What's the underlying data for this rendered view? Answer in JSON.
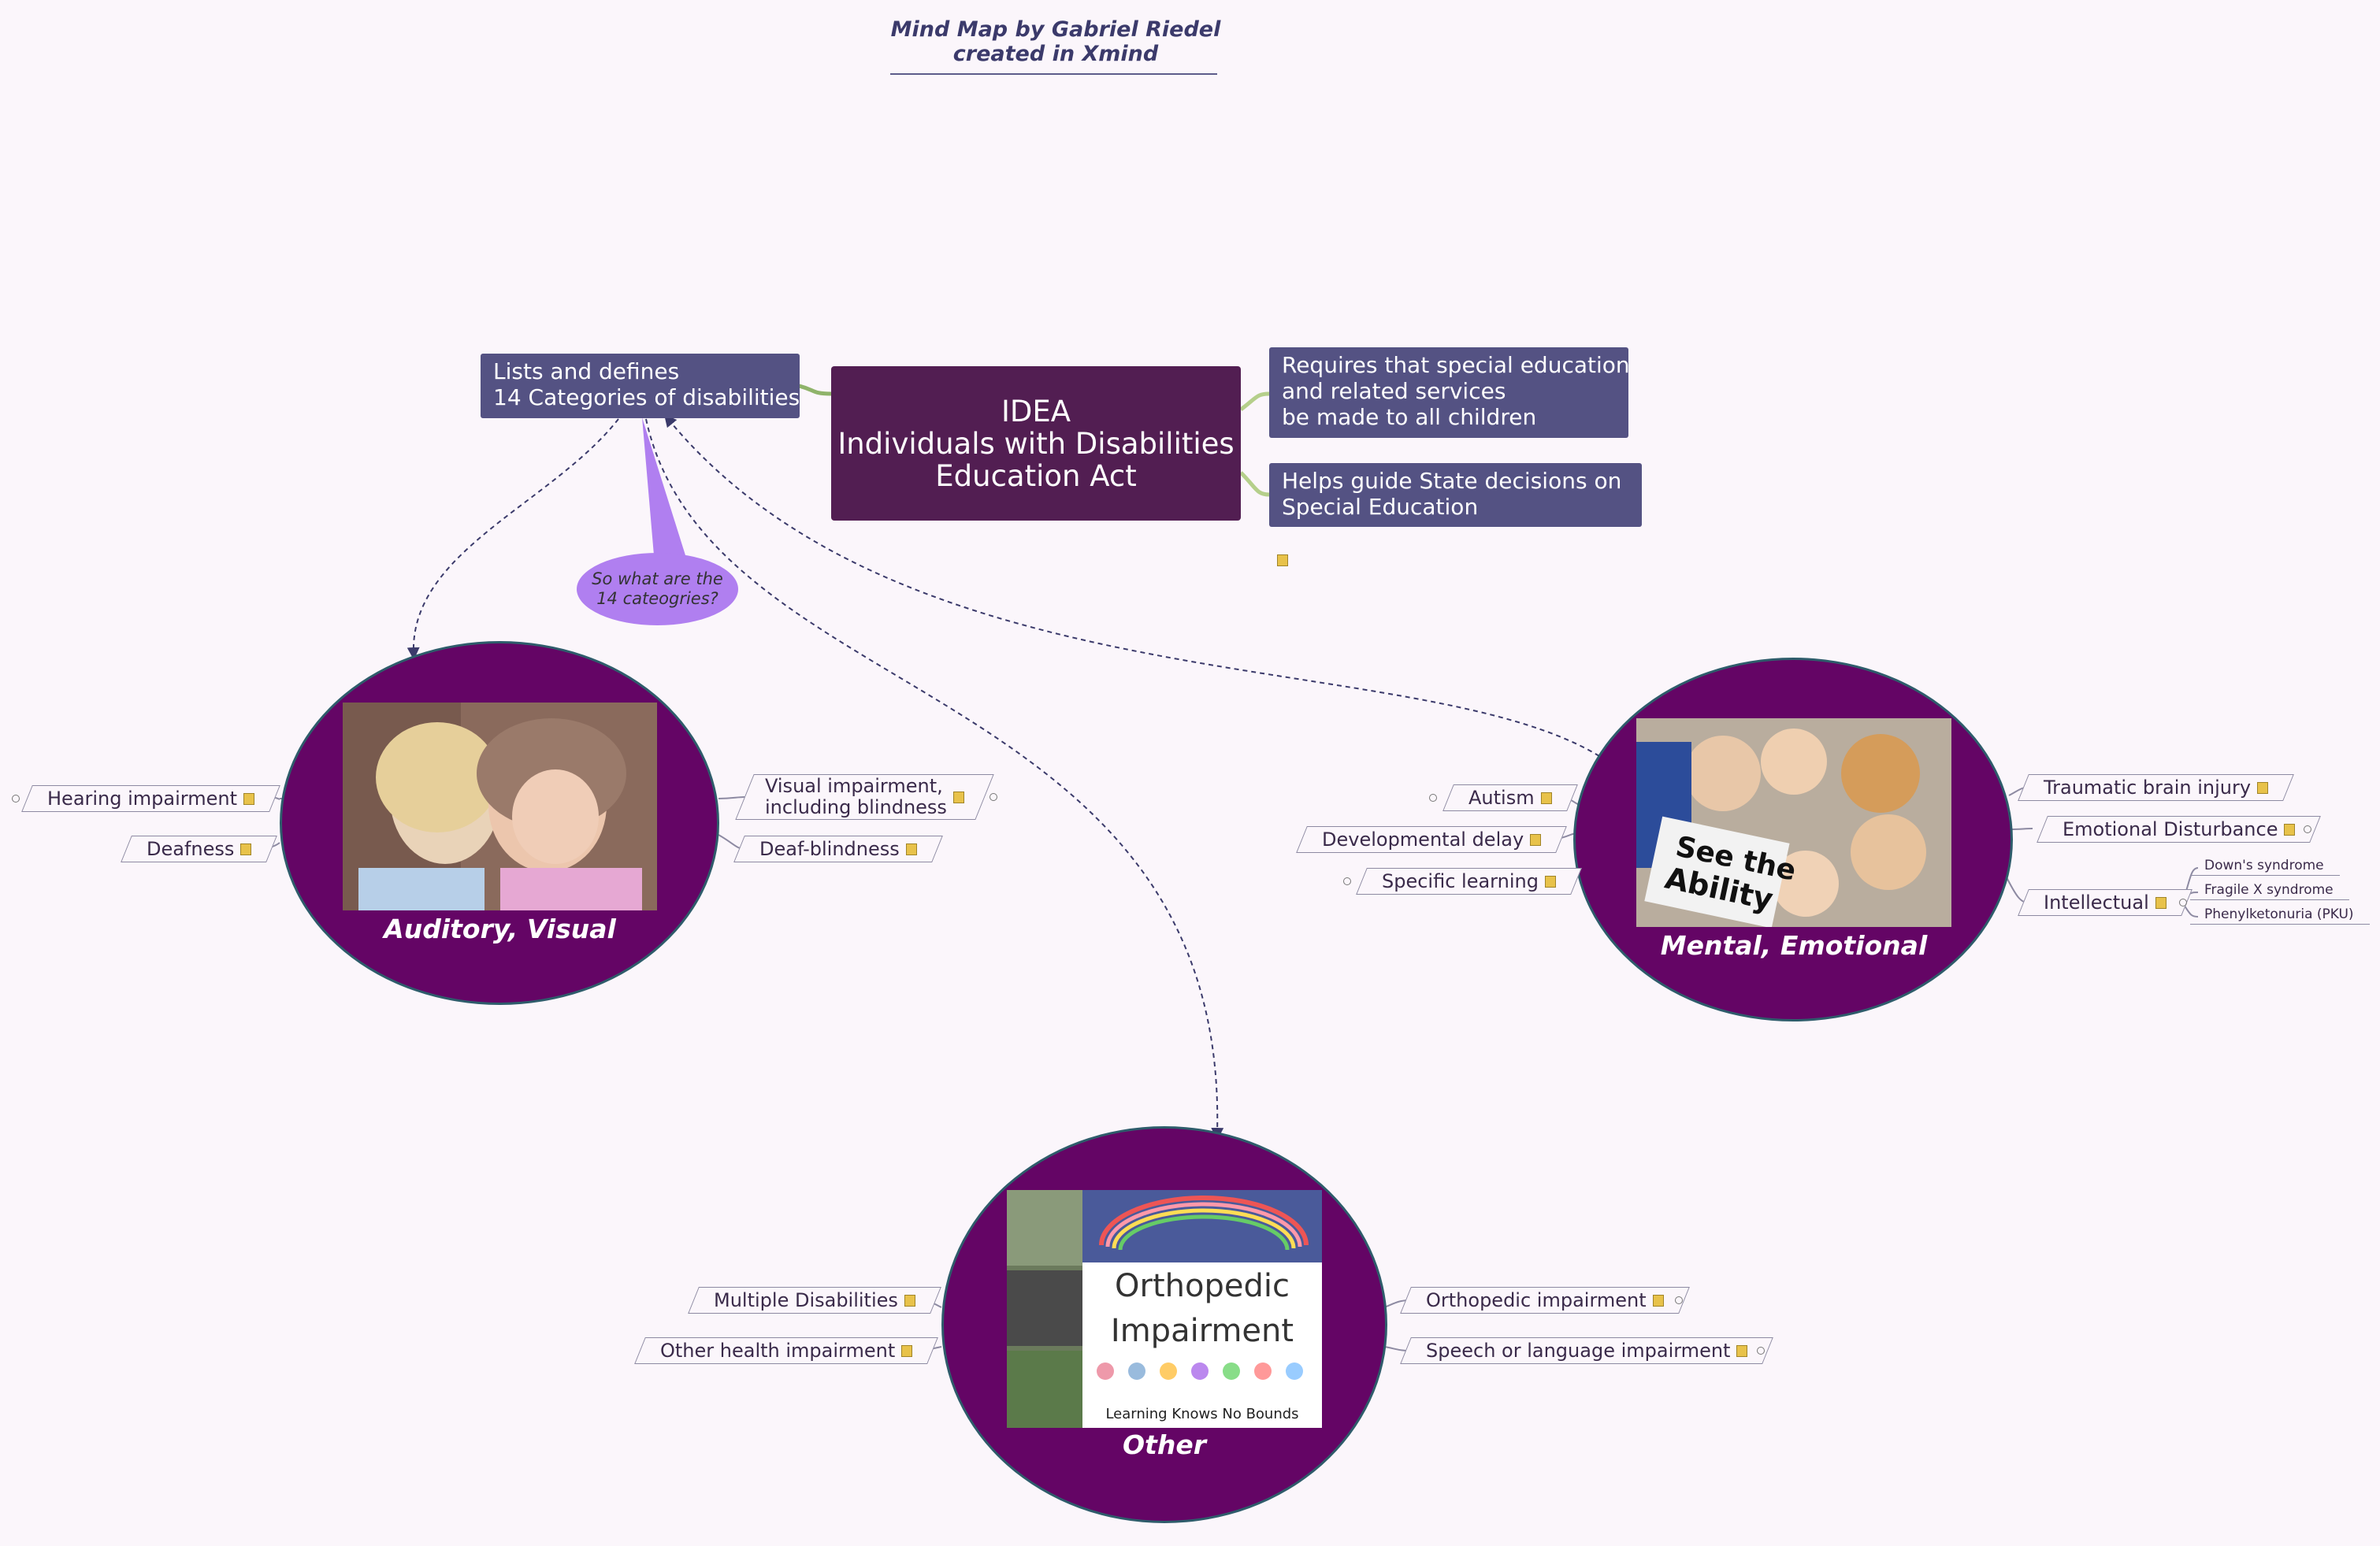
{
  "header": {
    "line1": "Mind Map by Gabriel Riedel",
    "line2": "created in Xmind"
  },
  "central": {
    "line1": "IDEA",
    "line2": "Individuals with Disabilities",
    "line3": "Education Act"
  },
  "categories_topic": {
    "line1": "Lists and defines",
    "line2": "14 Categories of disabilities"
  },
  "requires_topic": {
    "line1": "Requires that special education",
    "line2": "and related services",
    "line3": "be made to all children"
  },
  "guide_topic": {
    "line1": "Helps guide State decisions on",
    "line2": "Special Education"
  },
  "callout": {
    "line1": "So what are the",
    "line2": "14 cateogries?"
  },
  "auditory_visual": {
    "title": "Auditory, Visual",
    "left": [
      "Hearing impairment",
      "Deafness"
    ],
    "right_1_line1": "Visual impairment,",
    "right_1_line2": "including blindness",
    "right_2": "Deaf-blindness"
  },
  "mental_emotional": {
    "title": "Mental, Emotional",
    "image_sign_line1": "See the",
    "image_sign_line2": "Ability",
    "left": [
      "Autism",
      "Developmental delay",
      "Specific learning"
    ],
    "right": [
      "Traumatic brain injury",
      "Emotional Disturbance",
      "Intellectual"
    ],
    "intellectual_sub": [
      "Down's syndrome",
      "Fragile X syndrome",
      "Phenylketonuria (PKU)"
    ]
  },
  "other": {
    "title": "Other",
    "image_heading_line1": "Orthopedic",
    "image_heading_line2": "Impairment",
    "image_caption": "Learning Knows No Bounds",
    "left": [
      "Multiple Disabilities",
      "Other health impairment"
    ],
    "right": [
      "Orthopedic impairment",
      "Speech or language impairment"
    ]
  },
  "colors": {
    "background": "#fbf6fb",
    "central": "#521e52",
    "topic": "#545283",
    "circle": "#640565",
    "callout": "#b07ff0",
    "note": "#e8c24a"
  }
}
